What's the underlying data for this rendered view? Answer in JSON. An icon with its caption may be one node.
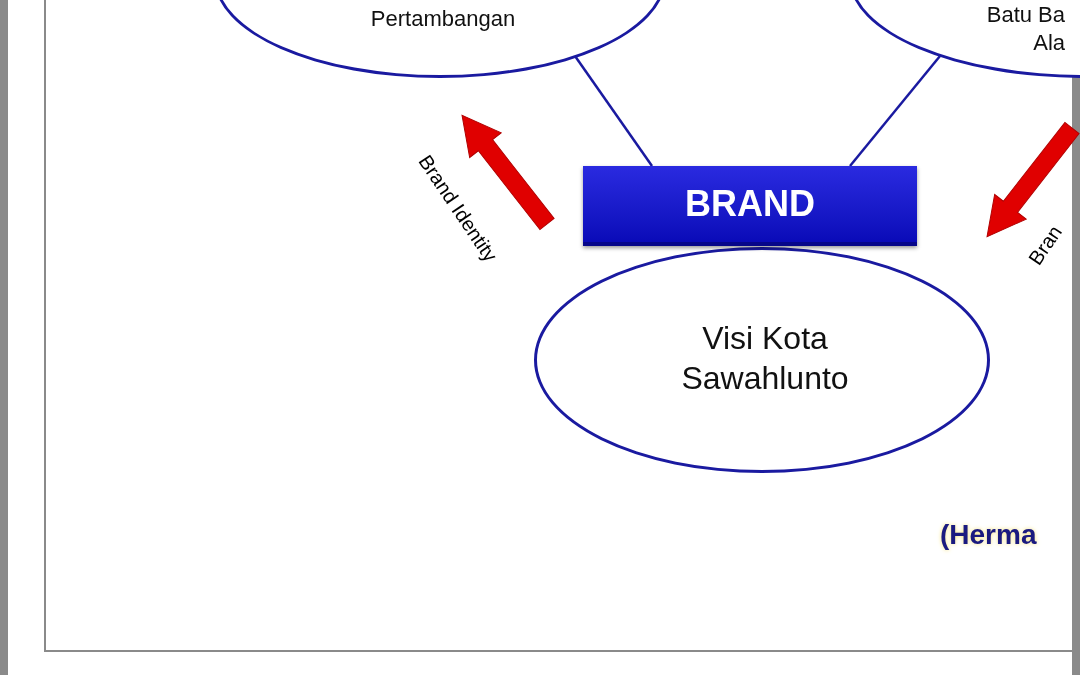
{
  "diagram": {
    "nodes": [
      {
        "text": [
          "Pertambangan"
        ]
      },
      {
        "text": [
          "Batu Ba Ala"
        ]
      },
      {
        "text": [
          "BRAND"
        ]
      },
      {
        "text": [
          "Visi Kota Sawahlunto"
        ]
      }
    ],
    "edges": [
      {
        "from": 0,
        "to": 2,
        "arrow": "none"
      },
      {
        "from": 1,
        "to": 2,
        "arrow": "none"
      }
    ],
    "labels": [
      "Brand Identity",
      "Bran",
      "(Herma"
    ]
  }
}
